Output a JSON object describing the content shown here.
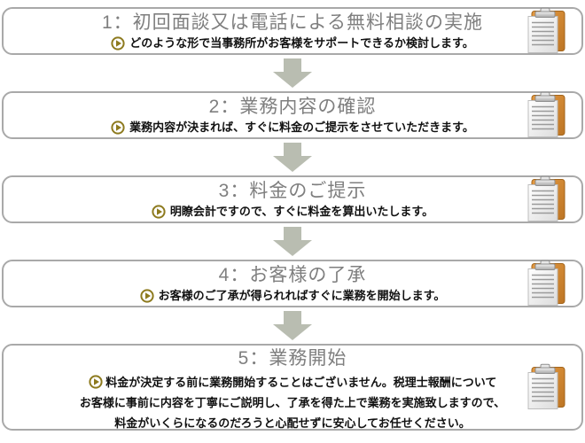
{
  "flow_title": "service-flow",
  "steps": [
    {
      "title": "1：初回面談又は電話による無料相談の実施",
      "desc": "どのような形で当事務所がお客様をサポートできるか検討します。"
    },
    {
      "title": "2：業務内容の確認",
      "desc": "業務内容が決まれば、すぐに料金のご提示をさせていただきます。"
    },
    {
      "title": "3：料金のご提示",
      "desc": "明瞭会計ですので、すぐに料金を算出いたします。"
    },
    {
      "title": "4：お客様の了承",
      "desc": "お客様のご了承が得られればすぐに業務を開始します。"
    },
    {
      "title": "5：業務開始",
      "desc_lines": [
        "料金が決定する前に業務開始することはございません。税理士報酬について",
        "お客様に事前に内容を丁寧にご説明し、了承を得た上で業務を実施致しますので、",
        "料金がいくらになるのだろうと心配せずに安心してお任せください。"
      ]
    }
  ],
  "icons": {
    "bullet": "play-bullet-icon",
    "clipboard": "clipboard-icon",
    "arrow": "down-arrow-icon"
  },
  "colors": {
    "box_border": "#a9a9a9",
    "title_gray": "#7f7f7f",
    "description_text": "#111111",
    "arrow_gray": "#b9bdb1",
    "bullet_gold": "#8d7a1e",
    "clipboard_orange": "#c9802e"
  }
}
